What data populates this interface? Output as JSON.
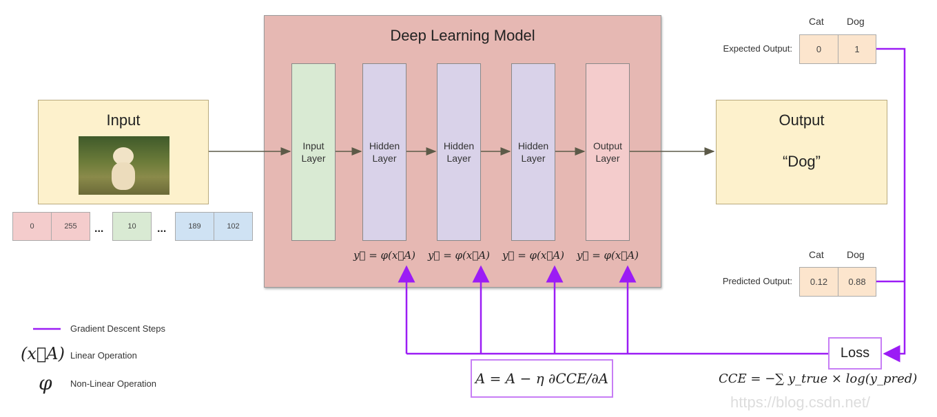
{
  "input": {
    "title": "Input",
    "pixels": [
      "0",
      "255",
      "10",
      "189",
      "102"
    ],
    "ellipsis": "..."
  },
  "model": {
    "title": "Deep Learning Model",
    "layers": [
      "Input\nLayer",
      "Hidden\nLayer",
      "Hidden\nLayer",
      "Hidden\nLayer",
      "Output\nLayer"
    ],
    "activation": "y⃗ = φ(x⃗A)"
  },
  "output": {
    "title": "Output",
    "value": "“Dog”"
  },
  "expected": {
    "label": "Expected Output:",
    "headers": [
      "Cat",
      "Dog"
    ],
    "values": [
      "0",
      "1"
    ]
  },
  "predicted": {
    "label": "Predicted Output:",
    "headers": [
      "Cat",
      "Dog"
    ],
    "values": [
      "0.12",
      "0.88"
    ]
  },
  "loss": {
    "label": "Loss",
    "formula": "CCE = −∑ y_true × log(y_pred)"
  },
  "update": {
    "formula": "A = A − η ∂CCE/∂A"
  },
  "legend": {
    "gradient": "Gradient Descent Steps",
    "linear_symbol": "(x⃗A)",
    "linear": "Linear Operation",
    "nonlinear_symbol": "φ",
    "nonlinear": "Non-Linear Operation"
  },
  "watermark": "https://blog.csdn.net/",
  "colors": {
    "purple": "#9b1cf5",
    "model": "#e6b8b3",
    "input": "#fdf1cc"
  }
}
